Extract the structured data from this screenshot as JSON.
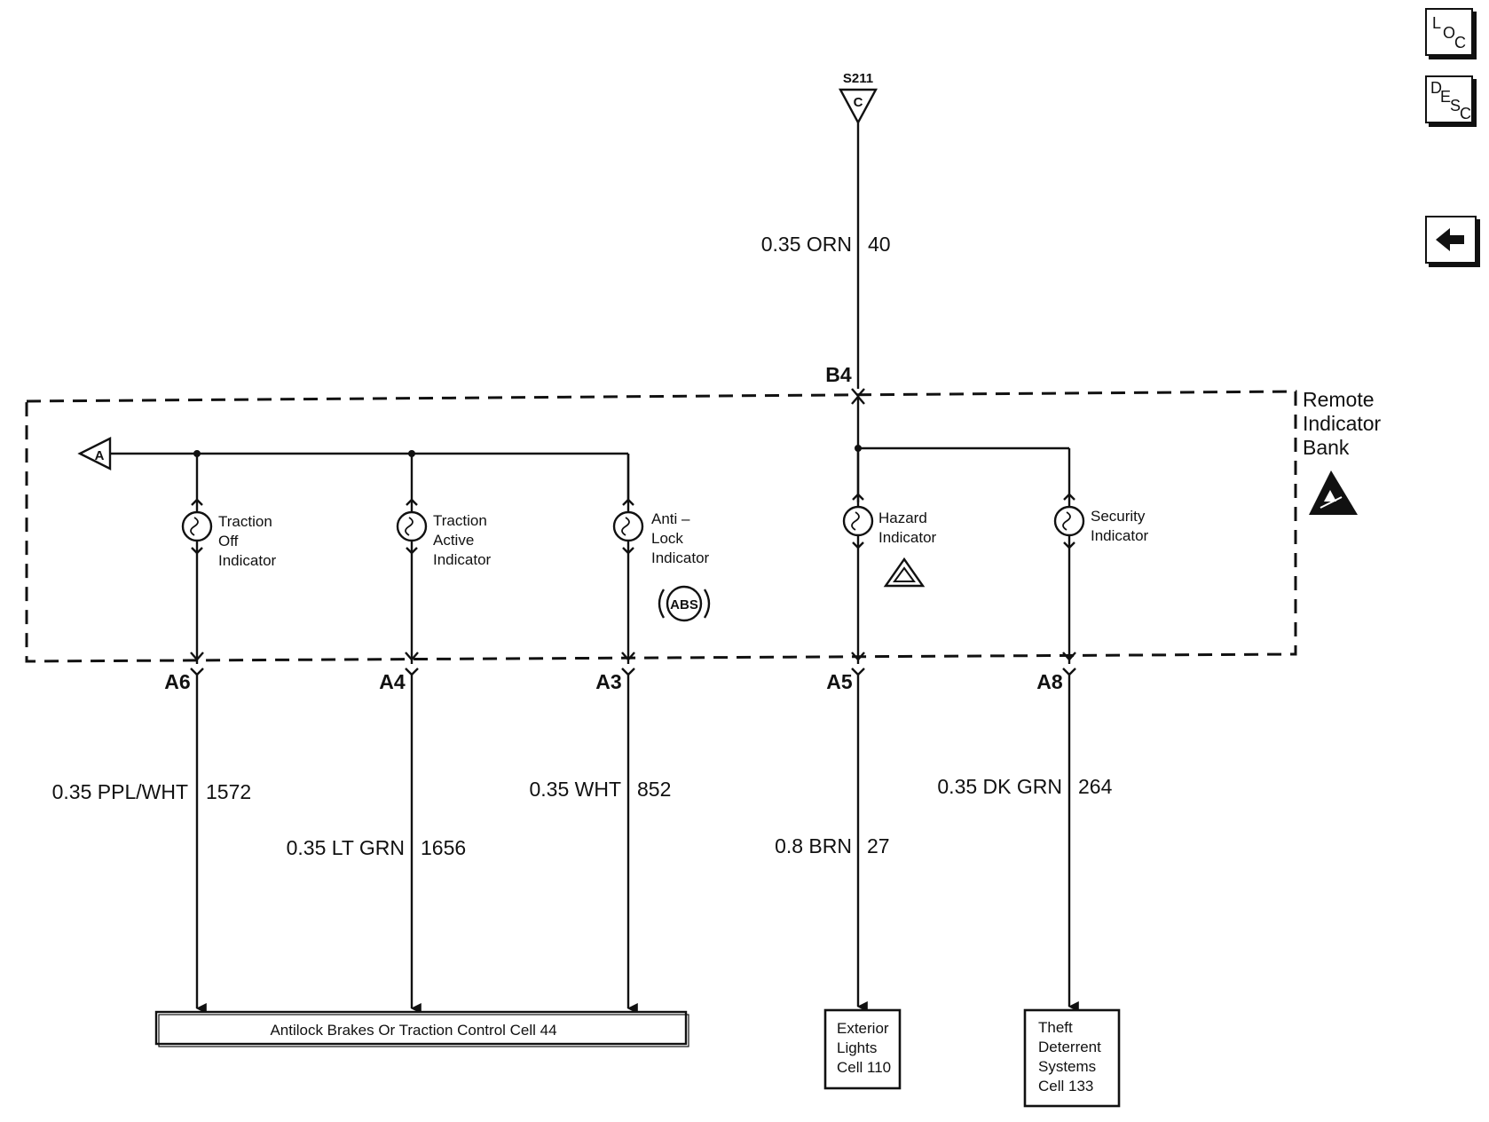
{
  "nav": {
    "loc": [
      "L",
      "O",
      "C"
    ],
    "desc": [
      "D",
      "E",
      "S",
      "C"
    ],
    "back_icon": "left-arrow-icon"
  },
  "splice": {
    "name": "S211",
    "letter": "C"
  },
  "top_wire": {
    "spec": "0.35 ORN",
    "circuit": "40"
  },
  "top_pin": "B4",
  "module": {
    "title": [
      "Remote",
      "Indicator",
      "Bank"
    ],
    "esd_icon": "esd-warning-icon"
  },
  "off_page": {
    "letter": "A"
  },
  "indicators": [
    {
      "id": "traction-off",
      "lines": [
        "Traction",
        "Off",
        "Indicator"
      ],
      "pin": "A6",
      "spec": "0.35 PPL/WHT",
      "circuit": "1572"
    },
    {
      "id": "traction-active",
      "lines": [
        "Traction",
        "Active",
        "Indicator"
      ],
      "pin": "A4",
      "spec": "0.35 LT GRN",
      "circuit": "1656"
    },
    {
      "id": "anti-lock",
      "lines": [
        "Anti –",
        "Lock",
        "Indicator"
      ],
      "pin": "A3",
      "spec": "0.35 WHT",
      "circuit": "852",
      "symbol": "ABS"
    },
    {
      "id": "hazard",
      "lines": [
        "Hazard",
        "Indicator"
      ],
      "pin": "A5",
      "spec": "0.8 BRN",
      "circuit": "27"
    },
    {
      "id": "security",
      "lines": [
        "Security",
        "Indicator"
      ],
      "pin": "A8",
      "spec": "0.35 DK GRN",
      "circuit": "264"
    }
  ],
  "destinations": {
    "abs": "Antilock Brakes Or Traction Control Cell 44",
    "exterior": [
      "Exterior",
      "Lights",
      "Cell 110"
    ],
    "theft": [
      "Theft",
      "Deterrent",
      "Systems",
      "Cell 133"
    ]
  }
}
